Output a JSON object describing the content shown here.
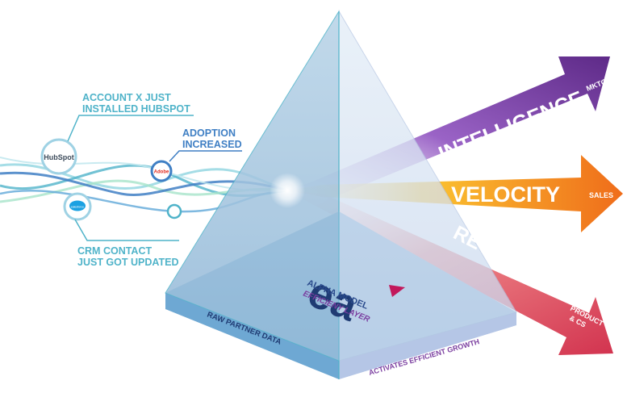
{
  "callouts": {
    "hubspot_note_line1": "ACCOUNT X JUST",
    "hubspot_note_line2": "INSTALLED HUBSPOT",
    "adoption_line1": "ADOPTION",
    "adoption_line2": "INCREASED",
    "crm_line1": "CRM CONTACT",
    "crm_line2": "JUST GOT UPDATED"
  },
  "sources": {
    "hubspot": "HubSpot",
    "adobe": "Adobe",
    "salesforce": "salesforce"
  },
  "prism": {
    "logo": "ea",
    "model_line1": "ALPHA MODEL",
    "model_line2": "EFFICIENY LAYER",
    "base_left": "RAW PARTNER DATA",
    "base_right": "ACTIVATES EFFICIENT GROWTH"
  },
  "outputs": [
    {
      "name": "INTELLIGENCE",
      "tag": "MKTG",
      "color": "#7b3fa0"
    },
    {
      "name": "VELOCITY",
      "tag": "SALES",
      "color": "#f39220"
    },
    {
      "name": "RETENTION",
      "tag_line1": "PRODUCT",
      "tag_line2": "& CS",
      "color": "#e0506a"
    }
  ],
  "colors": {
    "teal": "#4fb3c9",
    "blue_line": "#3f7fc4",
    "navy": "#1f3b73",
    "prism_left": "#a9c9df",
    "prism_right": "#d7e4f2"
  }
}
